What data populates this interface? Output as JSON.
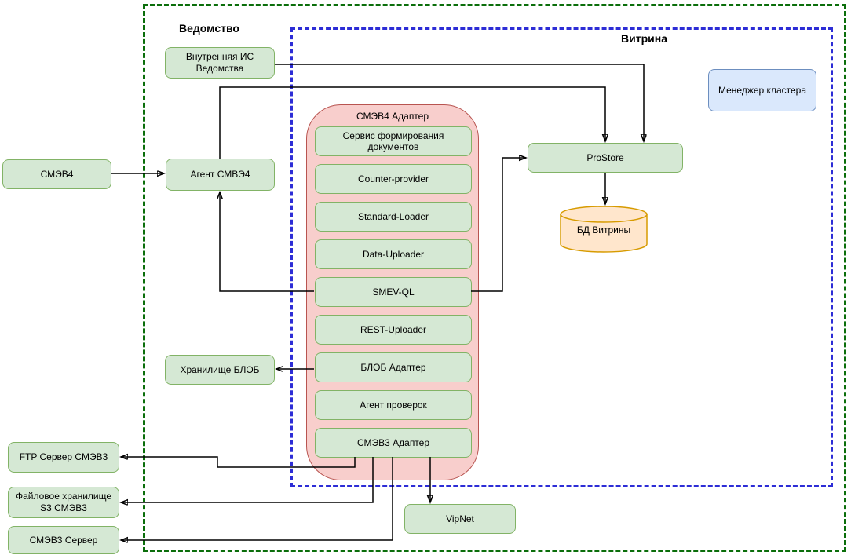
{
  "regions": {
    "vedomstvo": {
      "label": "Ведомство"
    },
    "vitrina": {
      "label": "Витрина"
    }
  },
  "nodes": {
    "smev4": {
      "label": "СМЭВ4"
    },
    "agent_smve4": {
      "label": "Агент СМВЭ4"
    },
    "internal_is": {
      "label": "Внутренняя ИС Ведомства"
    },
    "blob_storage": {
      "label": "Хранилище БЛОБ"
    },
    "ftp_server": {
      "label": "FTP Сервер СМЭВ3"
    },
    "file_storage_s3": {
      "label": "Файловое хранилище S3 СМЭВ3"
    },
    "smev3_server": {
      "label": "СМЭВ3 Сервер"
    },
    "vipnet": {
      "label": "VipNet"
    },
    "prostore": {
      "label": "ProStore"
    },
    "db_vitrina": {
      "label": "БД Витрины"
    },
    "cluster_manager": {
      "label": "Менеджер кластера"
    }
  },
  "adapter": {
    "title": "СМЭВ4 Адаптер",
    "items": [
      "Сервис формирования документов",
      "Counter-provider",
      "Standard-Loader",
      "Data-Uploader",
      "SMEV-QL",
      "REST-Uploader",
      "БЛОБ Адаптер",
      "Агент проверок",
      "СМЭВ3 Адаптер"
    ]
  },
  "edges": [
    {
      "from": "СМЭВ4",
      "to": "Агент СМВЭ4"
    },
    {
      "from": "Внутренняя ИС Ведомства",
      "to": "ProStore"
    },
    {
      "from": "Агент СМВЭ4",
      "to": "ProStore"
    },
    {
      "from": "SMEV-QL",
      "to": "Агент СМВЭ4"
    },
    {
      "from": "SMEV-QL",
      "to": "ProStore"
    },
    {
      "from": "ProStore",
      "to": "БД Витрины"
    },
    {
      "from": "БЛОБ Адаптер",
      "to": "Хранилище БЛОБ"
    },
    {
      "from": "СМЭВ3 Адаптер",
      "to": "FTP Сервер СМЭВ3"
    },
    {
      "from": "СМЭВ3 Адаптер",
      "to": "Файловое хранилище S3 СМЭВ3"
    },
    {
      "from": "СМЭВ3 Адаптер",
      "to": "СМЭВ3 Сервер"
    },
    {
      "from": "СМЭВ3 Адаптер",
      "to": "VipNet"
    }
  ],
  "colors": {
    "node_green_fill": "#d5e8d4",
    "node_green_border": "#82b366",
    "node_blue_fill": "#dae8fc",
    "node_blue_border": "#6c8ebf",
    "container_pink_fill": "#f8cecc",
    "container_pink_border": "#b85450",
    "cylinder_fill": "#ffe6cc",
    "cylinder_border": "#d79b00",
    "boundary_green": "#0b6e0b",
    "boundary_blue": "#2d2dd6",
    "edge_color": "#000000"
  }
}
